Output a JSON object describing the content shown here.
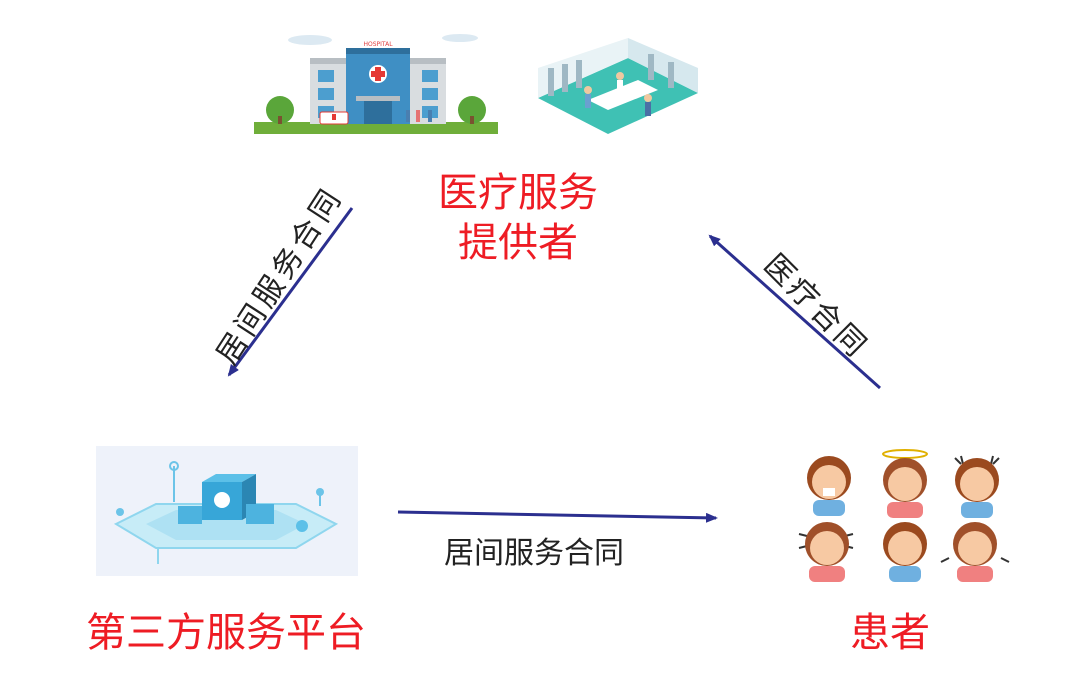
{
  "nodes": {
    "provider": {
      "title": "医疗服务\n提供者",
      "sign": "HOSPITAL"
    },
    "platform": {
      "title": "第三方服务平台"
    },
    "patients": {
      "title": "患者"
    }
  },
  "edges": {
    "provider_to_platform": {
      "label": "居间服务合同"
    },
    "platform_to_patients": {
      "label": "居间服务合同"
    },
    "patients_to_provider": {
      "label": "医疗合同"
    }
  },
  "colors": {
    "title_red": "#ee1c24",
    "arrow_blue": "#2b2f8f",
    "label_text": "#222222"
  }
}
